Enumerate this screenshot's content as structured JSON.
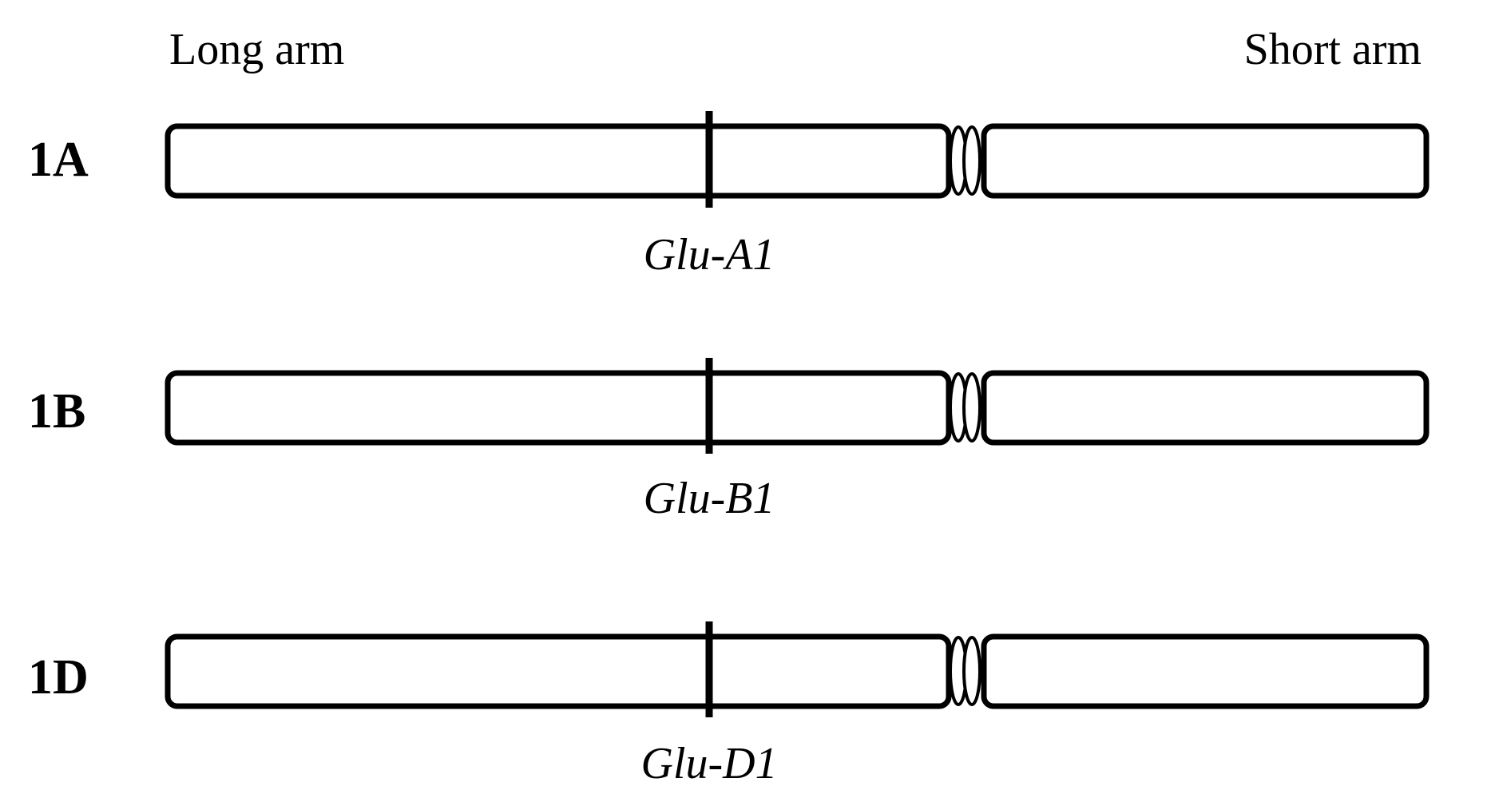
{
  "labels": {
    "long_arm": "Long arm",
    "short_arm": "Short arm"
  },
  "chromosomes": [
    {
      "name": "1A",
      "locus": "Glu-A1"
    },
    {
      "name": "1B",
      "locus": "Glu-B1"
    },
    {
      "name": "1D",
      "locus": "Glu-D1"
    }
  ],
  "colors": {
    "stroke": "#000000",
    "fill": "#ffffff",
    "background": "#ffffff"
  }
}
